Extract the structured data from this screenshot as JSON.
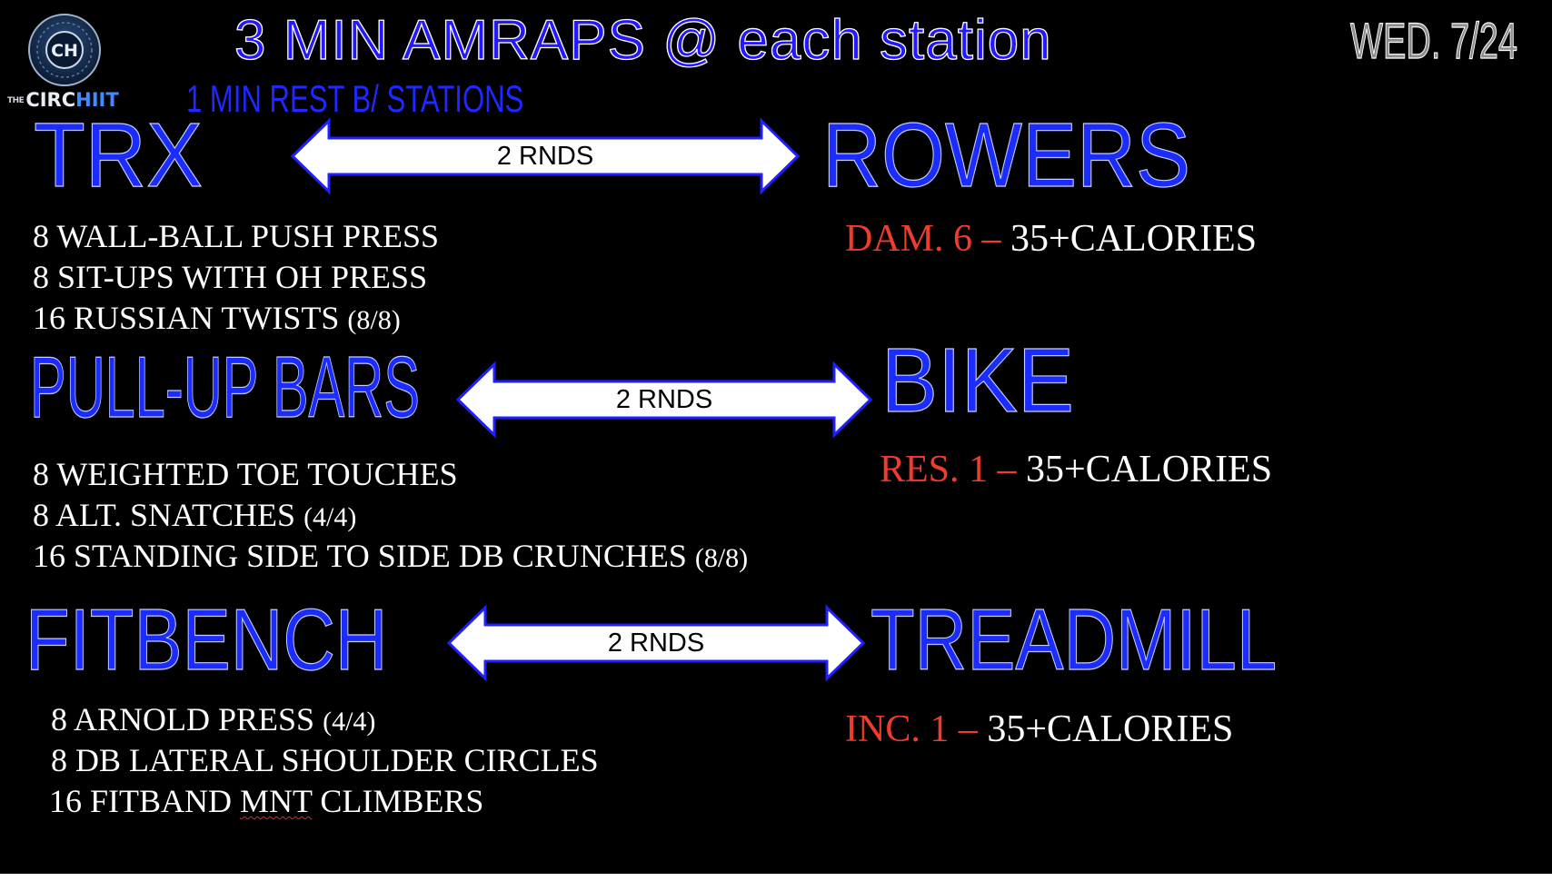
{
  "header": {
    "logo_text": "CH",
    "logo_text_prefix": "THE",
    "logo_text_circ": "CIRC",
    "logo_text_hiit": "HIIT",
    "title": "3 MIN AMRAPS @ each station",
    "subtitle": "1 MIN REST B/ STATIONS",
    "date": "WED. 7/24"
  },
  "pairs": [
    {
      "left_station": "TRX",
      "right_station": "ROWERS",
      "rounds": "2 RNDS",
      "exercises": [
        {
          "text": "8 WALL-BALL PUSH PRESS",
          "note": ""
        },
        {
          "text": "8 SIT-UPS WITH OH PRESS",
          "note": ""
        },
        {
          "text": "16 RUSSIAN TWISTS ",
          "note": "(8/8)"
        }
      ],
      "cardio_setting": "DAM. 6 – ",
      "cardio_target": "35+CALORIES"
    },
    {
      "left_station": "PULL-UP BARS",
      "right_station": "BIKE",
      "rounds": "2 RNDS",
      "exercises": [
        {
          "text": "8 WEIGHTED TOE TOUCHES",
          "note": ""
        },
        {
          "text": "8 ALT. SNATCHES  ",
          "note": "(4/4)"
        },
        {
          "text": "16 STANDING SIDE TO SIDE  DB CRUNCHES ",
          "note": "(8/8)"
        }
      ],
      "cardio_setting": "RES. 1 – ",
      "cardio_target": "35+CALORIES"
    },
    {
      "left_station": "FITBENCH",
      "right_station": "TREADMILL",
      "rounds": "2 RNDS",
      "exercises": [
        {
          "text": "8 ARNOLD PRESS ",
          "note": "(4/4)"
        },
        {
          "text": "8 DB LATERAL  SHOULDER CIRCLES",
          "note": ""
        },
        {
          "text": "16 FITBAND ",
          "note": "",
          "underlined": "MNT",
          "after": " CLIMBERS"
        }
      ],
      "cardio_setting": "INC. 1 – ",
      "cardio_target": "35+CALORIES"
    }
  ],
  "colors": {
    "background": "#000000",
    "station_blue": "#1b2cff",
    "title_blue": "#2318ff",
    "setting_red": "#f03c2c",
    "text_white": "#ffffff",
    "date_gray": "#8c8c8c"
  },
  "icons": [
    "double-arrow-icon",
    "circhiit-logo"
  ]
}
